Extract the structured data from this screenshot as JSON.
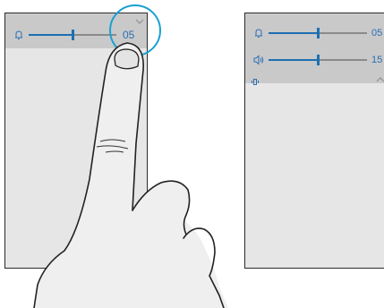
{
  "left_phone": {
    "ringer": {
      "icon": "bell-icon",
      "value": "05",
      "level": 0.5
    },
    "expand_icon": "chevron-down-icon"
  },
  "right_phone": {
    "ringer": {
      "icon": "bell-icon",
      "value": "05",
      "level": 0.5
    },
    "media": {
      "icon": "speaker-icon",
      "value": "15",
      "level": 0.5
    },
    "vibrate_icon": "vibrate-icon",
    "collapse_icon": "chevron-up-icon"
  },
  "colors": {
    "accent": "#1d6fb3",
    "highlight_ring": "#1aa0d2",
    "panel_background": "#c9c9c9",
    "screen_background": "#e6e6e6"
  }
}
